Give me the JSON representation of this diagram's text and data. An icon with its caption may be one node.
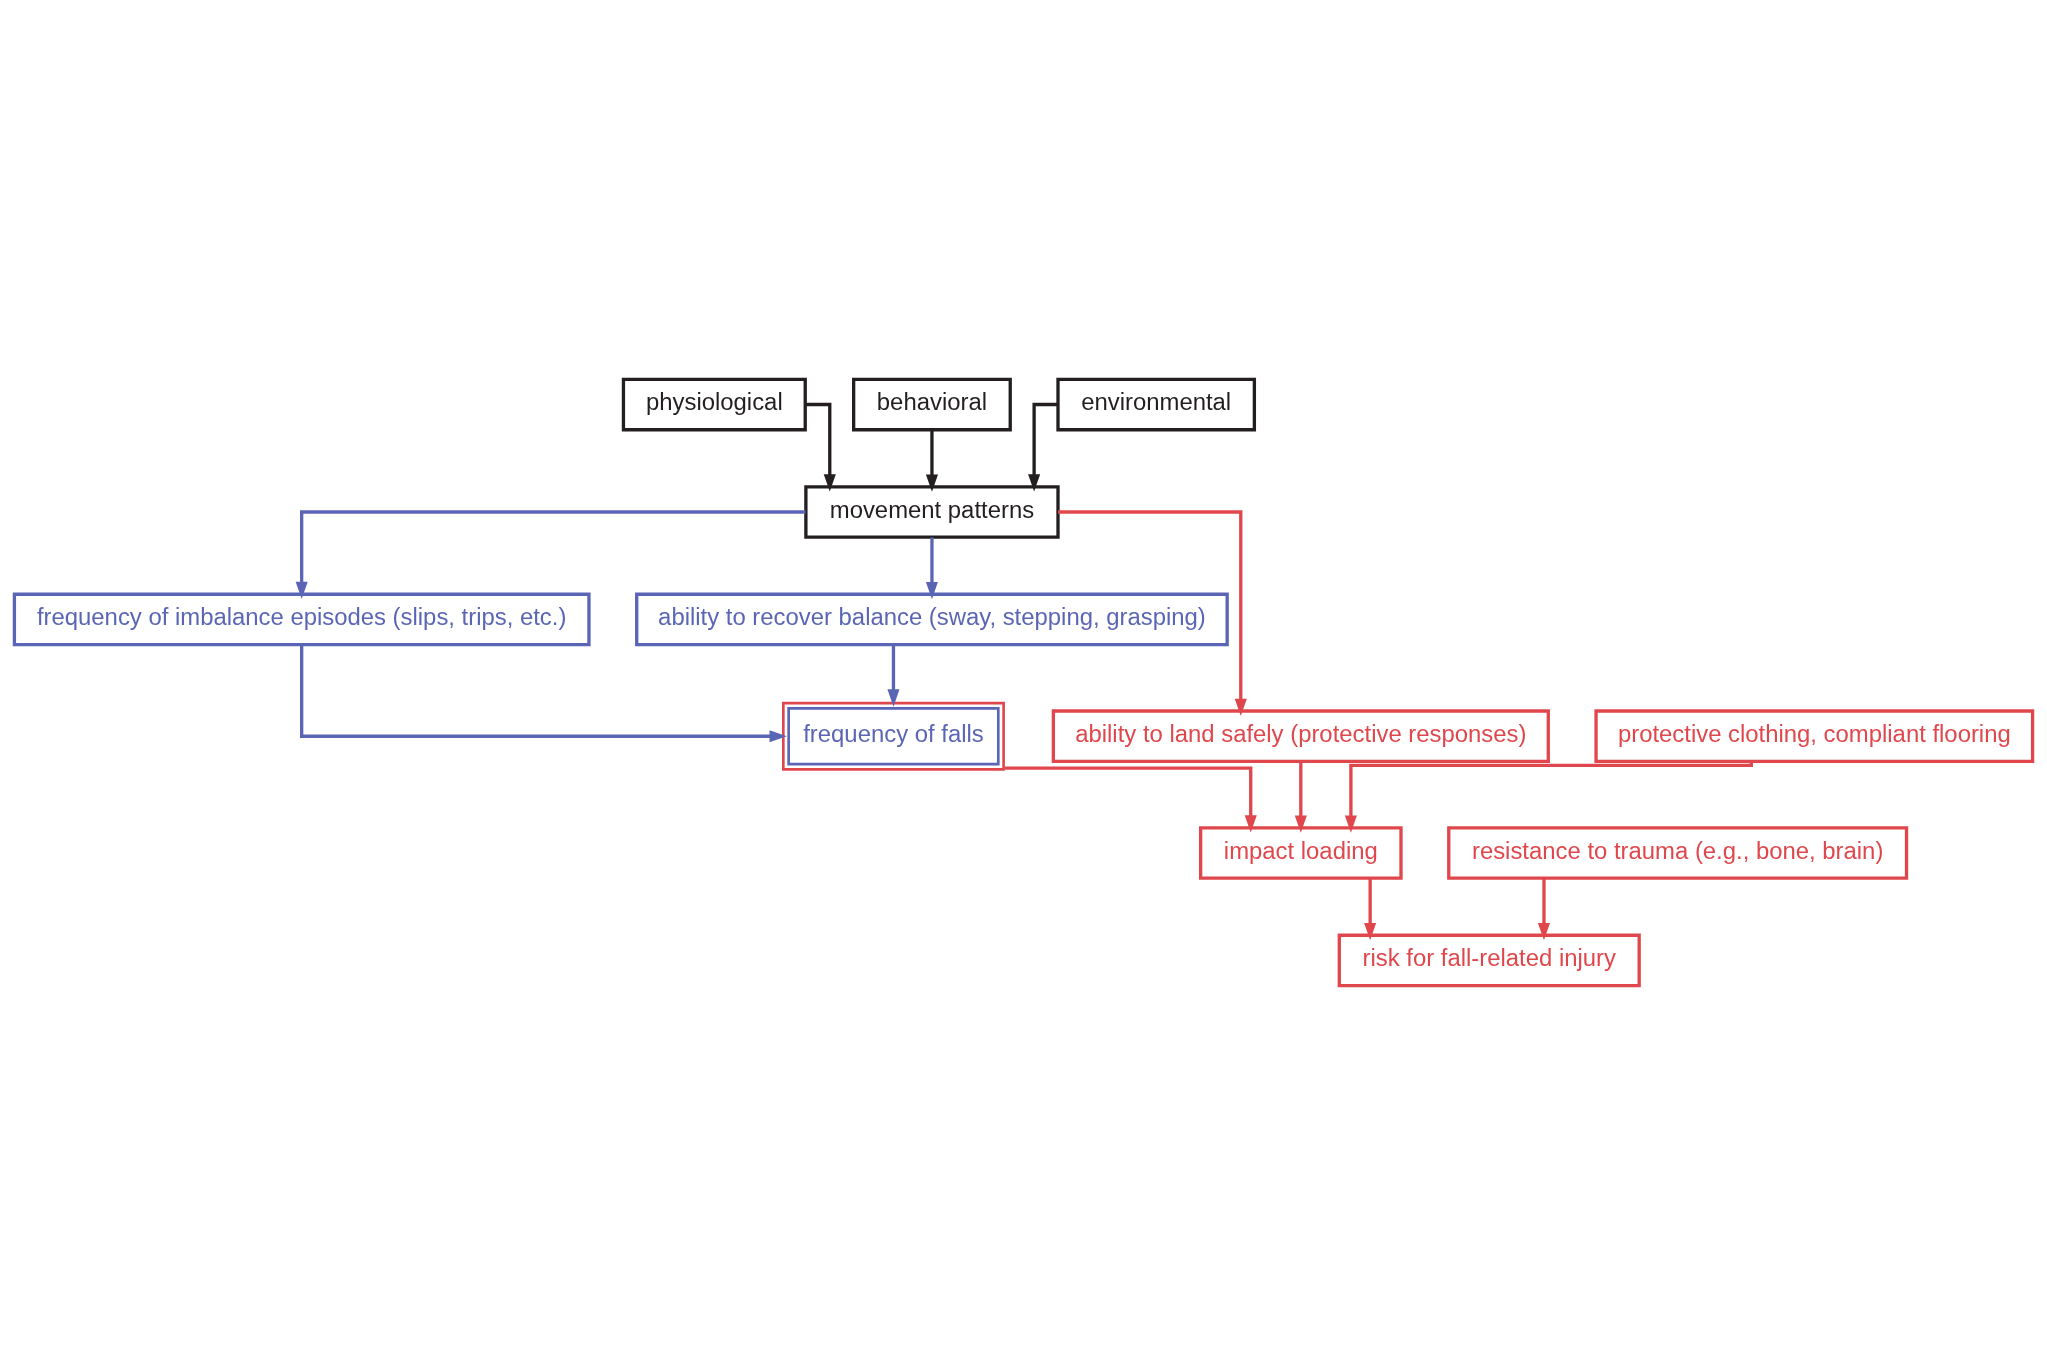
{
  "diagram": {
    "nodes": [
      {
        "text": [
          "physiological"
        ]
      },
      {
        "text": [
          "behavioral"
        ]
      },
      {
        "text": [
          "environmental"
        ]
      },
      {
        "text": [
          "movement patterns"
        ]
      },
      {
        "text": [
          "frequency of imbalance episodes (slips, trips, etc.)"
        ]
      },
      {
        "text": [
          "ability to recover balance (sway, stepping, grasping)"
        ]
      },
      {
        "text": [
          "frequency of falls"
        ]
      },
      {
        "text": [
          "ability to land safely (protective responses)"
        ]
      },
      {
        "text": [
          "protective clothing, compliant flooring"
        ]
      },
      {
        "text": [
          "resistance to trauma (e.g., bone, brain)"
        ]
      },
      {
        "text": [
          "impact loading"
        ]
      },
      {
        "text": [
          "risk for fall-related injury"
        ]
      }
    ],
    "edges": [
      {
        "from": 0,
        "to": 3,
        "arrow": "to",
        "color": "#231f20"
      },
      {
        "from": 1,
        "to": 3,
        "arrow": "to",
        "color": "#231f20"
      },
      {
        "from": 2,
        "to": 3,
        "arrow": "to",
        "color": "#231f20"
      },
      {
        "from": 3,
        "to": 4,
        "arrow": "to",
        "color": "#5a66b5"
      },
      {
        "from": 3,
        "to": 5,
        "arrow": "to",
        "color": "#5a66b5"
      },
      {
        "from": 3,
        "to": 7,
        "arrow": "to"
      },
      {
        "from": 4,
        "to": 6,
        "arrow": "to",
        "color": "#5a66b5"
      },
      {
        "from": 5,
        "to": 6,
        "arrow": "to",
        "color": "#5a66b5"
      },
      {
        "from": 6,
        "to": 10,
        "arrow": "to"
      },
      {
        "from": 7,
        "to": 10,
        "arrow": "to"
      },
      {
        "from": 8,
        "to": 10,
        "arrow": "to"
      },
      {
        "from": 9,
        "to": 11,
        "arrow": "to"
      },
      {
        "from": 10,
        "to": 11,
        "arrow": "to"
      }
    ]
  }
}
